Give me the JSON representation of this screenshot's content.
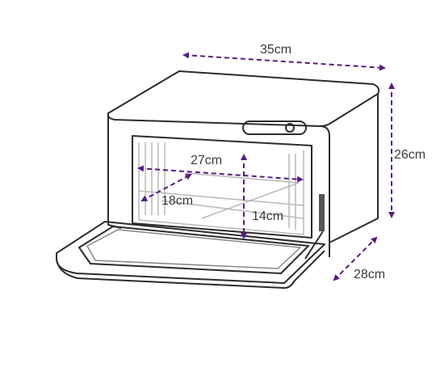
{
  "colors": {
    "outline": "#2c2c2c",
    "arrow": "#5a1a87",
    "label": "#3b3b3b",
    "rack": "#b9b9b9",
    "shade": "#d9d9d9"
  },
  "dimensions": {
    "outer_width": "35cm",
    "outer_height": "26cm",
    "outer_depth": "28cm",
    "inner_width": "27cm",
    "inner_depth": "18cm",
    "inner_height": "14cm"
  }
}
